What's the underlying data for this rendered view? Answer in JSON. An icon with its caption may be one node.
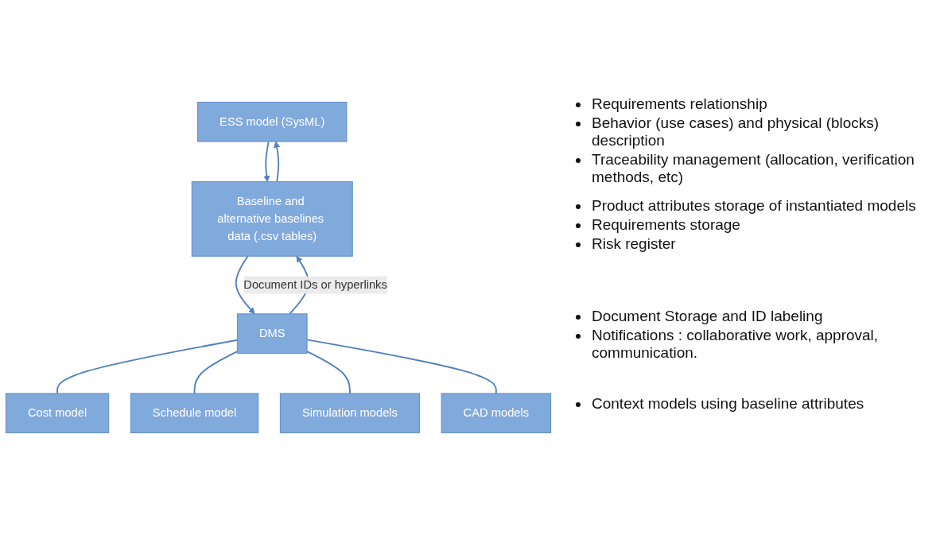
{
  "diagram": {
    "nodes": [
      {
        "text": [
          "ESS model (SysML)"
        ],
        "beside": [
          "Requirements relationship",
          "Behavior (use cases) and physical (blocks) description",
          "Traceability management (allocation, verification methods, etc)"
        ]
      },
      {
        "text": [
          "Baseline and alternative baselines data (.csv tables)"
        ],
        "beside": [
          "Product attributes storage of instantiated models",
          "Requirements storage",
          "Risk register"
        ]
      },
      {
        "text": [
          "DMS"
        ],
        "beside": [
          "Document Storage and ID labeling",
          "Notifications : collaborative work, approval, communication."
        ]
      },
      {
        "text": [
          "Cost model"
        ]
      },
      {
        "text": [
          "Schedule model"
        ]
      },
      {
        "text": [
          "Simulation models"
        ]
      },
      {
        "text": [
          "CAD models"
        ]
      }
    ],
    "edges": [
      {
        "from": 0,
        "to": 1,
        "arrow": "to"
      },
      {
        "from": 1,
        "to": 0,
        "arrow": "to"
      },
      {
        "from": 1,
        "to": 2,
        "arrow": "to"
      },
      {
        "from": 2,
        "to": 1,
        "arrow": "to",
        "label": "Document IDs or hyperlinks"
      },
      {
        "from": 2,
        "to": 3,
        "arrow": "none"
      },
      {
        "from": 2,
        "to": 4,
        "arrow": "none"
      },
      {
        "from": 2,
        "to": 5,
        "arrow": "none"
      },
      {
        "from": 2,
        "to": 6,
        "arrow": "none"
      }
    ],
    "labels": [
      "Context models using baseline attributes"
    ]
  }
}
